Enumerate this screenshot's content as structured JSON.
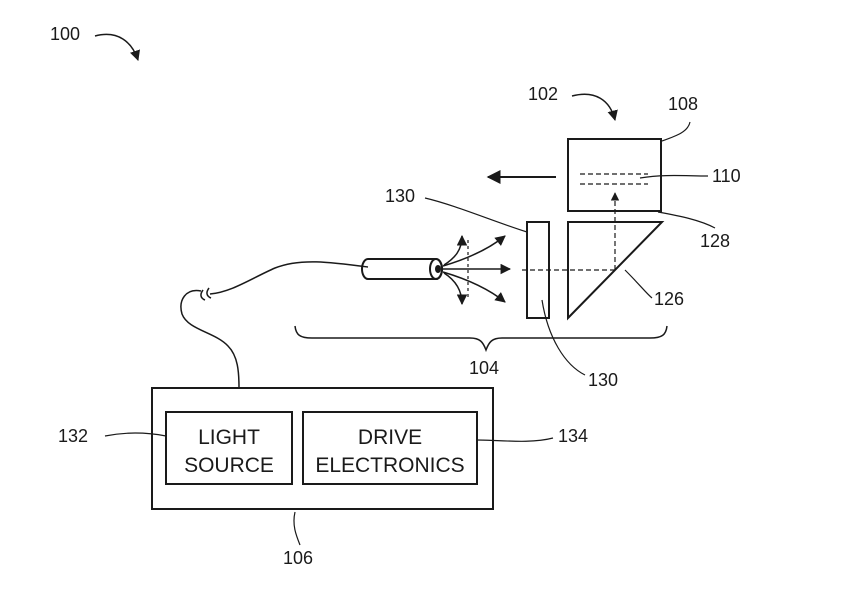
{
  "labels": {
    "r100": "100",
    "r102": "102",
    "r104": "104",
    "r106": "106",
    "r108": "108",
    "r110": "110",
    "r126": "126",
    "r128": "128",
    "r130_top": "130",
    "r130_bottom": "130",
    "r132": "132",
    "r134": "134"
  },
  "boxes": {
    "light_source_line1": "LIGHT",
    "light_source_line2": "SOURCE",
    "drive_electronics_line1": "DRIVE",
    "drive_electronics_line2": "ELECTRONICS"
  },
  "colors": {
    "ink": "#1a1a1a",
    "background": "#ffffff"
  }
}
